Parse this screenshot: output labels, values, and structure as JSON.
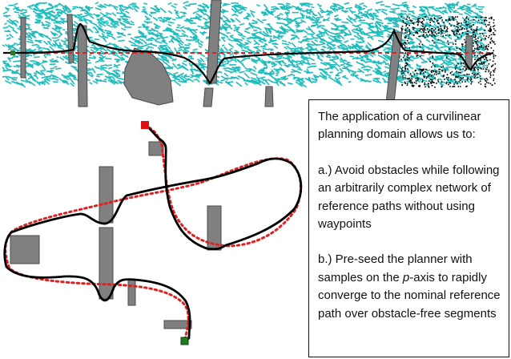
{
  "text_box": {
    "intro": "The application of a curvilinear planning domain allows us to:",
    "item_a": "a.) Avoid obstacles while following an arbitrarily complex network of reference paths without using waypoints",
    "item_b_pre": "b.) Pre-seed the planner with samples on the ",
    "item_b_var": "p",
    "item_b_post": "-axis to rapidly converge to the nominal reference path over obstacle-free segments"
  },
  "colors": {
    "sample_color": "#1fbcbc",
    "dense_samples": "#000000",
    "obstacle_fill": "#808080",
    "obstacle_stroke": "#4a4a4a",
    "reference_path": "#e02020",
    "planned_path": "#000000",
    "start_marker": "#e01010",
    "goal_marker": "#207a20"
  },
  "icons": {
    "start": "red-square-marker",
    "goal": "green-square-marker"
  }
}
